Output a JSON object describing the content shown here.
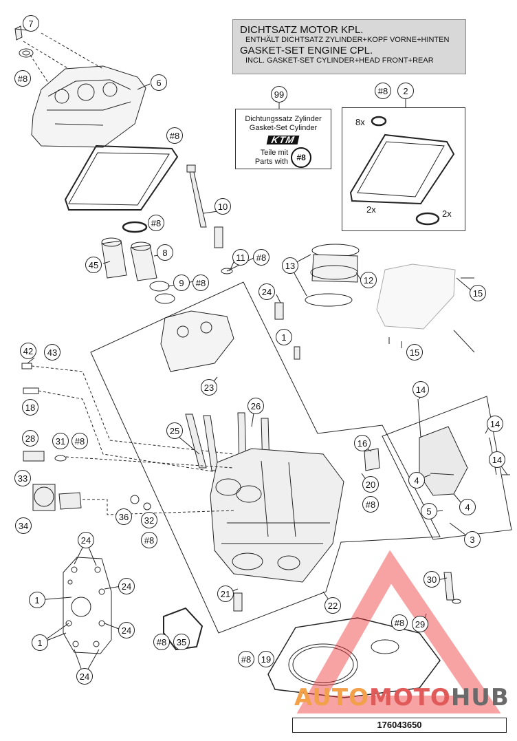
{
  "note": {
    "line1": "DICHTSATZ MOTOR KPL.",
    "line2": "ENTHÄLT DICHTSATZ ZYLINDER+KOPF VORNE+HINTEN",
    "line3": "GASKET-SET ENGINE CPL.",
    "line4": "INCL. GASKET-SET CYLINDER+HEAD FRONT+REAR"
  },
  "kit": {
    "callout": "99",
    "line1": "Dichtungssatz Zylinder",
    "line2": "Gasket-Set Cylinder",
    "logo": "KTM",
    "line3": "Teile mit",
    "line4": "Parts with",
    "badge": "#8"
  },
  "sidebox": {
    "qty_8x": "8x",
    "qty_2x_a": "2x",
    "qty_2x_b": "2x"
  },
  "callouts": {
    "c7": "7",
    "c8a": "#8",
    "c6": "6",
    "c8b": "#8",
    "c2": "2",
    "c8c": "#8",
    "c10": "10",
    "c8d": "#8",
    "c45": "45",
    "c8": "8",
    "c9": "9",
    "c8e": "#8",
    "c11": "11",
    "c8f": "#8",
    "c13": "13",
    "c12": "12",
    "c24a": "24",
    "c15a": "15",
    "c1a": "1",
    "c15b": "15",
    "c42": "42",
    "c43": "43",
    "c23": "23",
    "c18": "18",
    "c26": "26",
    "c25": "25",
    "c14a": "14",
    "c14b": "14",
    "c14c": "14",
    "c28": "28",
    "c31": "31",
    "c8g": "#8",
    "c16": "16",
    "c20": "20",
    "c8h": "#8",
    "c4a": "4",
    "c4b": "4",
    "c5": "5",
    "c3": "3",
    "c33": "33",
    "c36": "36",
    "c32": "32",
    "c34": "34",
    "c8i": "#8",
    "c24b": "24",
    "c24c": "24",
    "c24d": "24",
    "c24e": "24",
    "c1b": "1",
    "c1c": "1",
    "c21": "21",
    "c22": "22",
    "c30": "30",
    "c8j": "#8",
    "c29": "29",
    "c8k": "#8",
    "c35": "35",
    "c8l": "#8",
    "c19": "19"
  },
  "watermark": {
    "p1": "AUTO",
    "p2": "MOTO",
    "p3": "HUB"
  },
  "part_number": "176043650"
}
